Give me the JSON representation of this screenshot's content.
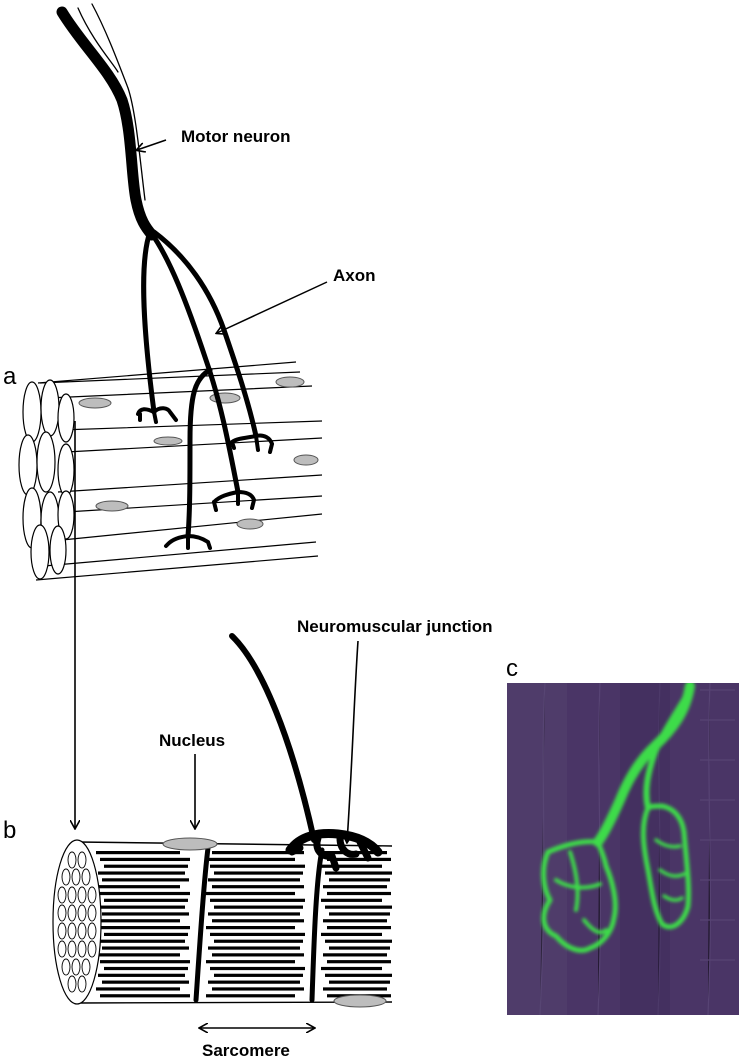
{
  "figure": {
    "panel_labels": {
      "a": "a",
      "b": "b",
      "c": "c"
    },
    "labels": {
      "motor_neuron": "Motor neuron",
      "axon": "Axon",
      "neuromuscular_junction": "Neuromuscular junction",
      "nucleus": "Nucleus",
      "sarcomere": "Sarcomere"
    },
    "colors": {
      "ink": "#000000",
      "nucleus_fill": "#bdbdbd",
      "micrograph_background": "#4a3566",
      "micrograph_stain": "#3ddc4a"
    }
  }
}
